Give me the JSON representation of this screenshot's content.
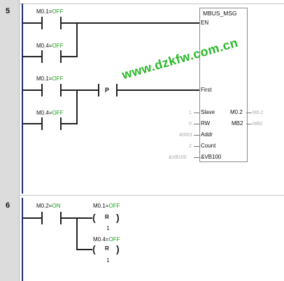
{
  "networks": [
    {
      "number": "5",
      "contacts": [
        {
          "operand": "M0.1",
          "state": "OFF"
        },
        {
          "operand": "M0.4",
          "state": "OFF"
        },
        {
          "operand": "M0.1",
          "state": "OFF"
        },
        {
          "operand": "M0.4",
          "state": "OFF"
        }
      ],
      "p_contact": "P",
      "block": {
        "name": "MBUS_MSG",
        "en": "EN",
        "first": "First",
        "inputs": [
          {
            "value": "1",
            "pin": "Slave"
          },
          {
            "value": "0",
            "pin": "RW"
          },
          {
            "value": "40001",
            "pin": "Addr"
          },
          {
            "value": "2",
            "pin": "Count"
          },
          {
            "value": "&VB100",
            "pin": "&VB100"
          }
        ],
        "outputs": [
          {
            "pin": "M0.2",
            "value": "M0.2"
          },
          {
            "pin": "MB2",
            "value": "MB2"
          }
        ]
      }
    },
    {
      "number": "6",
      "contact": {
        "operand": "M0.2",
        "state": "ON"
      },
      "coils": [
        {
          "operand": "M0.1",
          "state": "OFF",
          "type": "R",
          "count": "1"
        },
        {
          "operand": "M0.4",
          "state": "OFF",
          "type": "R",
          "count": "1"
        }
      ]
    }
  ],
  "watermark": "www.dzkfw.com.cn",
  "colors": {
    "status_green": "#1a9d1a",
    "watermark": "#28b828",
    "rail": "#1e2a7a",
    "gutter": "#dcdcdc"
  }
}
